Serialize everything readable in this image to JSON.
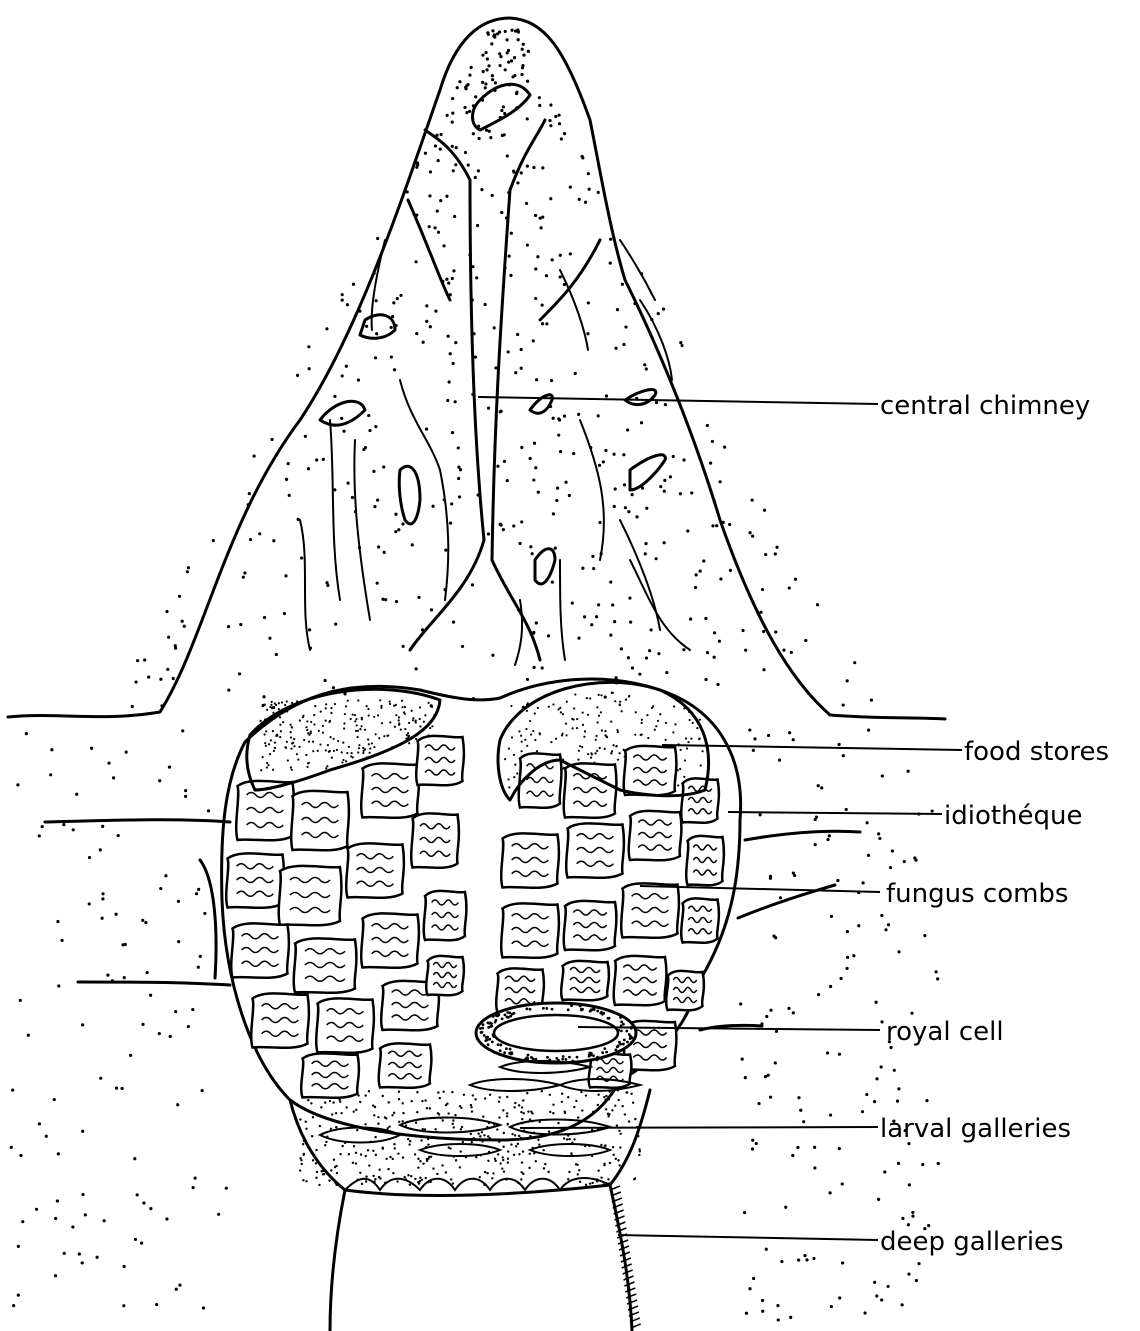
{
  "labels": {
    "central_chimney": "central chimney",
    "food_stores": "food stores",
    "idiotheque": "idiothéque",
    "fungus_combs": "fungus combs",
    "royal_cell": "royal cell",
    "larval_galleries": "larval galleries",
    "deep_galleries": "deep galleries"
  }
}
